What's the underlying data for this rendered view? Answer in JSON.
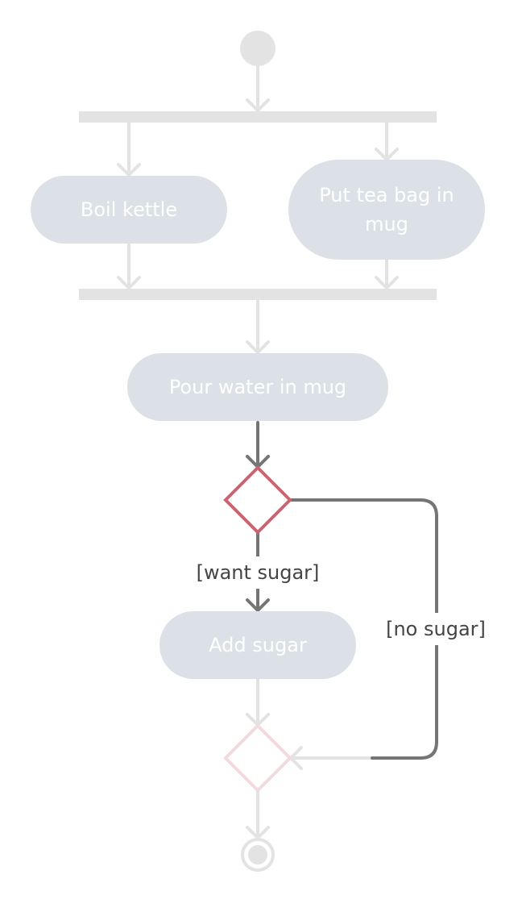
{
  "colors": {
    "action_fill": "#dbe1e7",
    "faded_line": "#e3e3e3",
    "active_line": "#757575",
    "decision_active": "#cc6470",
    "decision_faded": "#f2dadd",
    "node_text": "#ffffff",
    "guard_text": "#444444"
  },
  "actions": {
    "boil_kettle": "Boil kettle",
    "tea_bag_line1": "Put tea bag in",
    "tea_bag_line2": "mug",
    "pour_water": "Pour water in mug",
    "add_sugar": "Add sugar"
  },
  "guards": {
    "want_sugar": "[want sugar]",
    "no_sugar": "[no sugar]"
  }
}
